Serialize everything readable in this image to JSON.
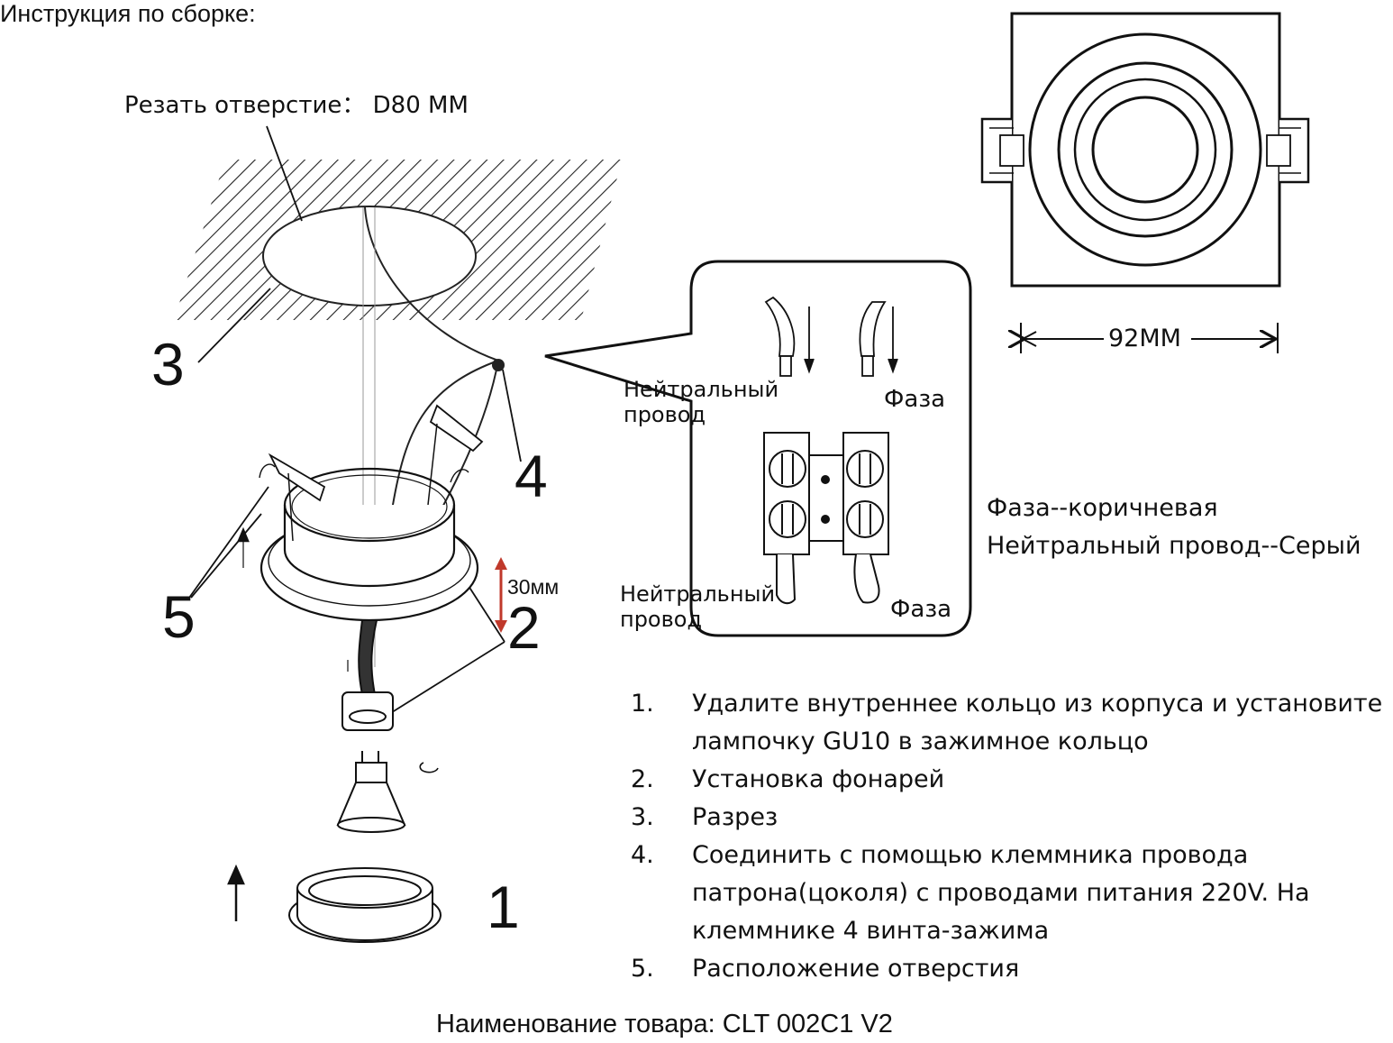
{
  "header": {
    "title": "Инструкция по сборке:"
  },
  "diagram": {
    "cut_hole_label": "Резать отверстие： D80 MM",
    "height_label": "30мм",
    "width_label": "92MM",
    "callouts": [
      "1",
      "2",
      "3",
      "4",
      "5"
    ],
    "wiring": {
      "neutral_top": [
        "Нейтральный",
        "провод"
      ],
      "phase_top": "Фаза",
      "neutral_bottom": [
        "Нейтральный",
        "провод"
      ],
      "phase_bottom": "Фаза"
    },
    "legend": {
      "phase": "Фаза--коричневая",
      "neutral": "Нейтральный  провод--Серый"
    }
  },
  "steps": [
    {
      "num": "1.",
      "text": "Удалите внутреннее кольцо из корпуса и установите лампочку GU10 в зажимное кольцо"
    },
    {
      "num": "2.",
      "text": "Установка фонарей"
    },
    {
      "num": "3.",
      "text": "Разрез"
    },
    {
      "num": "4.",
      "text": "Соединить с помощью клеммника провода патрона(цоколя) с проводами питания 220V. На клеммнике 4 винта-зажима"
    },
    {
      "num": "5.",
      "text": "Расположение отверстия"
    }
  ],
  "footer": {
    "product": "Наименование товара: CLT 002C1 V2"
  },
  "colors": {
    "height_arrow": "#c0392b",
    "line": "#111111"
  }
}
